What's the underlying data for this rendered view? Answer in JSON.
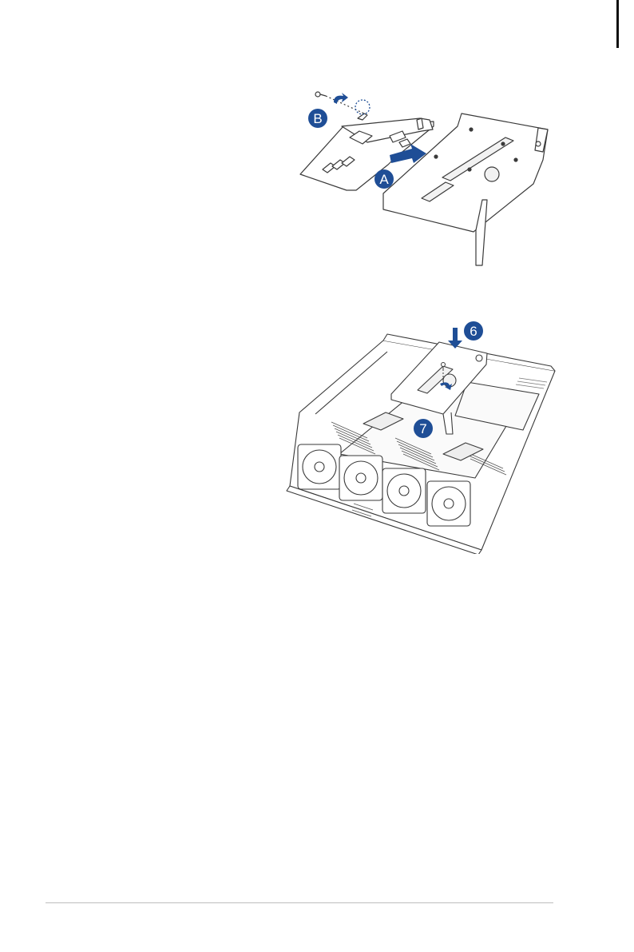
{
  "page": {
    "accent_color": "#1f4e96",
    "line_color": "#3a3a3a",
    "edge_tab_color": "#111111",
    "footer_rule_color": "#bdbdbd"
  },
  "figure1": {
    "callouts": {
      "a": "A",
      "b": "B"
    }
  },
  "figure2": {
    "callouts": {
      "step6": "6",
      "step7": "7"
    }
  }
}
